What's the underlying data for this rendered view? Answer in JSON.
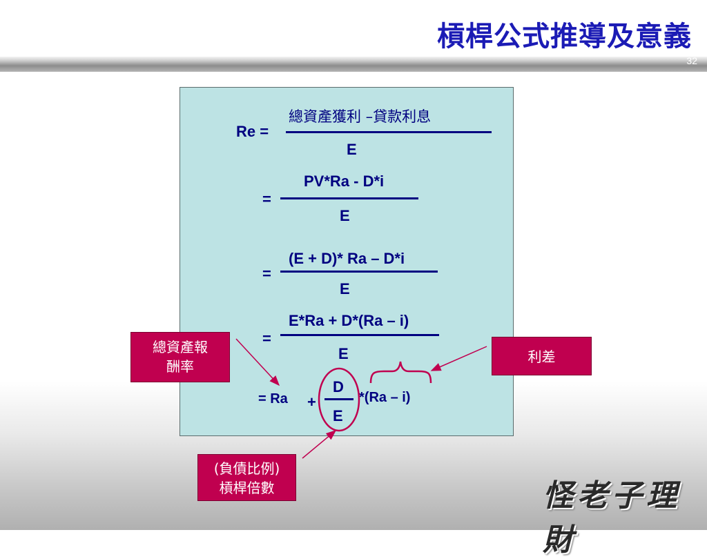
{
  "slide": {
    "title": "槓桿公式推導及意義",
    "page_number": "32"
  },
  "formula": {
    "step1": {
      "lhs": "Re =",
      "numerator": "總資產獲利 –貸款利息",
      "denominator": "E"
    },
    "step2": {
      "lhs": "=",
      "numerator": "PV*Ra - D*i",
      "denominator": "E"
    },
    "step3": {
      "lhs": "=",
      "numerator": "(E + D)* Ra – D*i",
      "denominator": "E"
    },
    "step4": {
      "lhs": "=",
      "numerator": "E*Ra + D*(Ra – i)",
      "denominator": "E"
    },
    "step5": {
      "lhs": "= Ra",
      "plus": "+",
      "numerator": "D",
      "denominator": "E",
      "tail": "*(Ra – i)"
    }
  },
  "callouts": {
    "roa": {
      "line1": "總資產報",
      "line2": "酬率"
    },
    "spread": {
      "line1": "利差"
    },
    "leverage": {
      "line1": "(負債比例)",
      "line2": "槓桿倍數"
    }
  },
  "logo": {
    "text": "怪老子理財"
  },
  "colors": {
    "title": "#1b1bb5",
    "formula_text": "#000080",
    "formula_box": "#bde3e4",
    "callout_bg": "#c0004f",
    "annotation": "#c0004f"
  }
}
